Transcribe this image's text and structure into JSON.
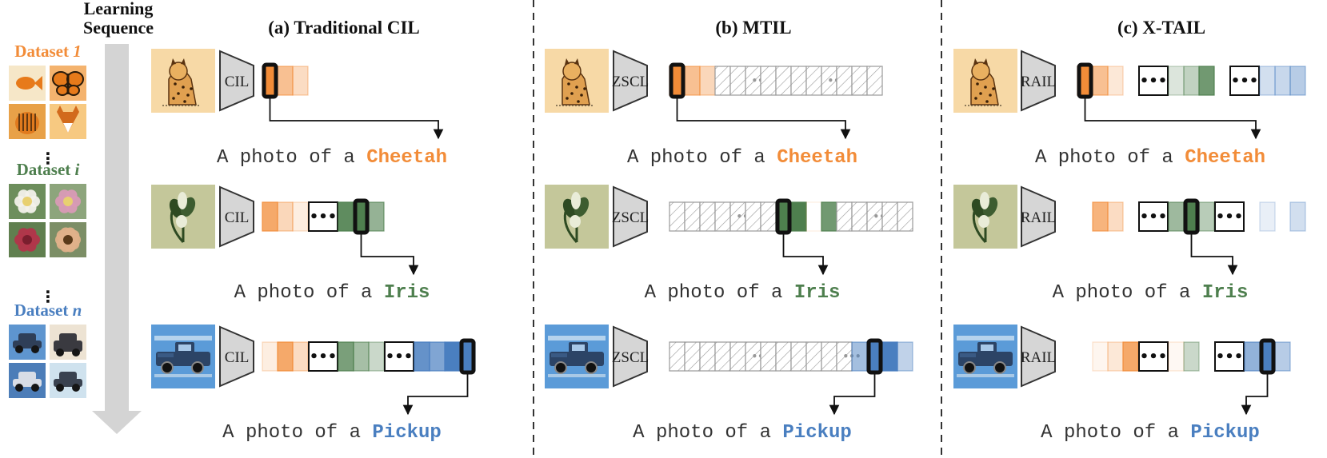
{
  "colors": {
    "orange": "#F28C38",
    "green": "#4E7F4E",
    "blue": "#4A7FC0",
    "arrow_gray": "#D4D4D4",
    "hatch_gray": "#9A9A9A",
    "divider": "#333333",
    "cheetah_bg": "#F7D9A6",
    "iris_bg": "#C4C79A",
    "pickup_bg": "#5B9BD8"
  },
  "sequence": {
    "label_line1": "Learning",
    "label_line2": "Sequence",
    "vdots": "⋮",
    "datasets": [
      {
        "prefix": "Dataset ",
        "index": "1",
        "color": "#F28C38",
        "thumbs": [
          {
            "icon": "goldfish",
            "bg": "#F6E7C8",
            "fg": "#E77A1A"
          },
          {
            "icon": "butterfly",
            "bg": "#F4B36E",
            "fg": "#2A1A0A"
          },
          {
            "icon": "tiger",
            "bg": "#E8A148",
            "fg": "#8A4A10"
          },
          {
            "icon": "fox",
            "bg": "#F7C981",
            "fg": "#D26A1C"
          }
        ]
      },
      {
        "prefix": "Dataset ",
        "index": "i",
        "color": "#4E7F4E",
        "thumbs": [
          {
            "icon": "white-flower",
            "bg": "#6D8E5C",
            "fg": "#F3F1EA"
          },
          {
            "icon": "pink-flower",
            "bg": "#8DA57C",
            "fg": "#D99AB6"
          },
          {
            "icon": "rose",
            "bg": "#607F4F",
            "fg": "#B2354A"
          },
          {
            "icon": "sunflower",
            "bg": "#7C8E66",
            "fg": "#E0B18A"
          }
        ]
      },
      {
        "prefix": "Dataset ",
        "index": "n",
        "color": "#4A7FC0",
        "thumbs": [
          {
            "icon": "suv",
            "bg": "#5E95CF",
            "fg": "#2F3F58"
          },
          {
            "icon": "jeep",
            "bg": "#EDE3D3",
            "fg": "#3A3A40"
          },
          {
            "icon": "sedan",
            "bg": "#4C7DB8",
            "fg": "#D8DDE6"
          },
          {
            "icon": "coupe",
            "bg": "#CFE2EE",
            "fg": "#3A4250"
          }
        ]
      }
    ]
  },
  "panels": [
    {
      "title": "(a) Traditional CIL",
      "rows": [
        {
          "model": "CIL",
          "image": "cheetah",
          "prompt_prefix": "A photo of a ",
          "class": "Cheetah",
          "class_color": "#F28C38"
        },
        {
          "model": "CIL",
          "image": "iris",
          "prompt_prefix": "A photo of a ",
          "class": "Iris",
          "class_color": "#4E7F4E"
        },
        {
          "model": "CIL",
          "image": "pickup",
          "prompt_prefix": "A photo of a ",
          "class": "Pickup",
          "class_color": "#4A7FC0"
        }
      ]
    },
    {
      "title": "(b) MTIL",
      "rows": [
        {
          "model": "ZSCL",
          "image": "cheetah",
          "prompt_prefix": "A photo of a ",
          "class": "Cheetah",
          "class_color": "#F28C38"
        },
        {
          "model": "ZSCL",
          "image": "iris",
          "prompt_prefix": "A photo of a ",
          "class": "Iris",
          "class_color": "#4E7F4E"
        },
        {
          "model": "ZSCL",
          "image": "pickup",
          "prompt_prefix": "A photo of a ",
          "class": "Pickup",
          "class_color": "#4A7FC0"
        }
      ]
    },
    {
      "title": "(c) X-TAIL",
      "rows": [
        {
          "model": "RAIL",
          "image": "cheetah",
          "prompt_prefix": "A photo of a ",
          "class": "Cheetah",
          "class_color": "#F28C38"
        },
        {
          "model": "RAIL",
          "image": "iris",
          "prompt_prefix": "A photo of a ",
          "class": "Iris",
          "class_color": "#4E7F4E"
        },
        {
          "model": "RAIL",
          "image": "pickup",
          "prompt_prefix": "A photo of a ",
          "class": "Pickup",
          "class_color": "#4A7FC0"
        }
      ]
    }
  ],
  "dots_symbol": "•••"
}
